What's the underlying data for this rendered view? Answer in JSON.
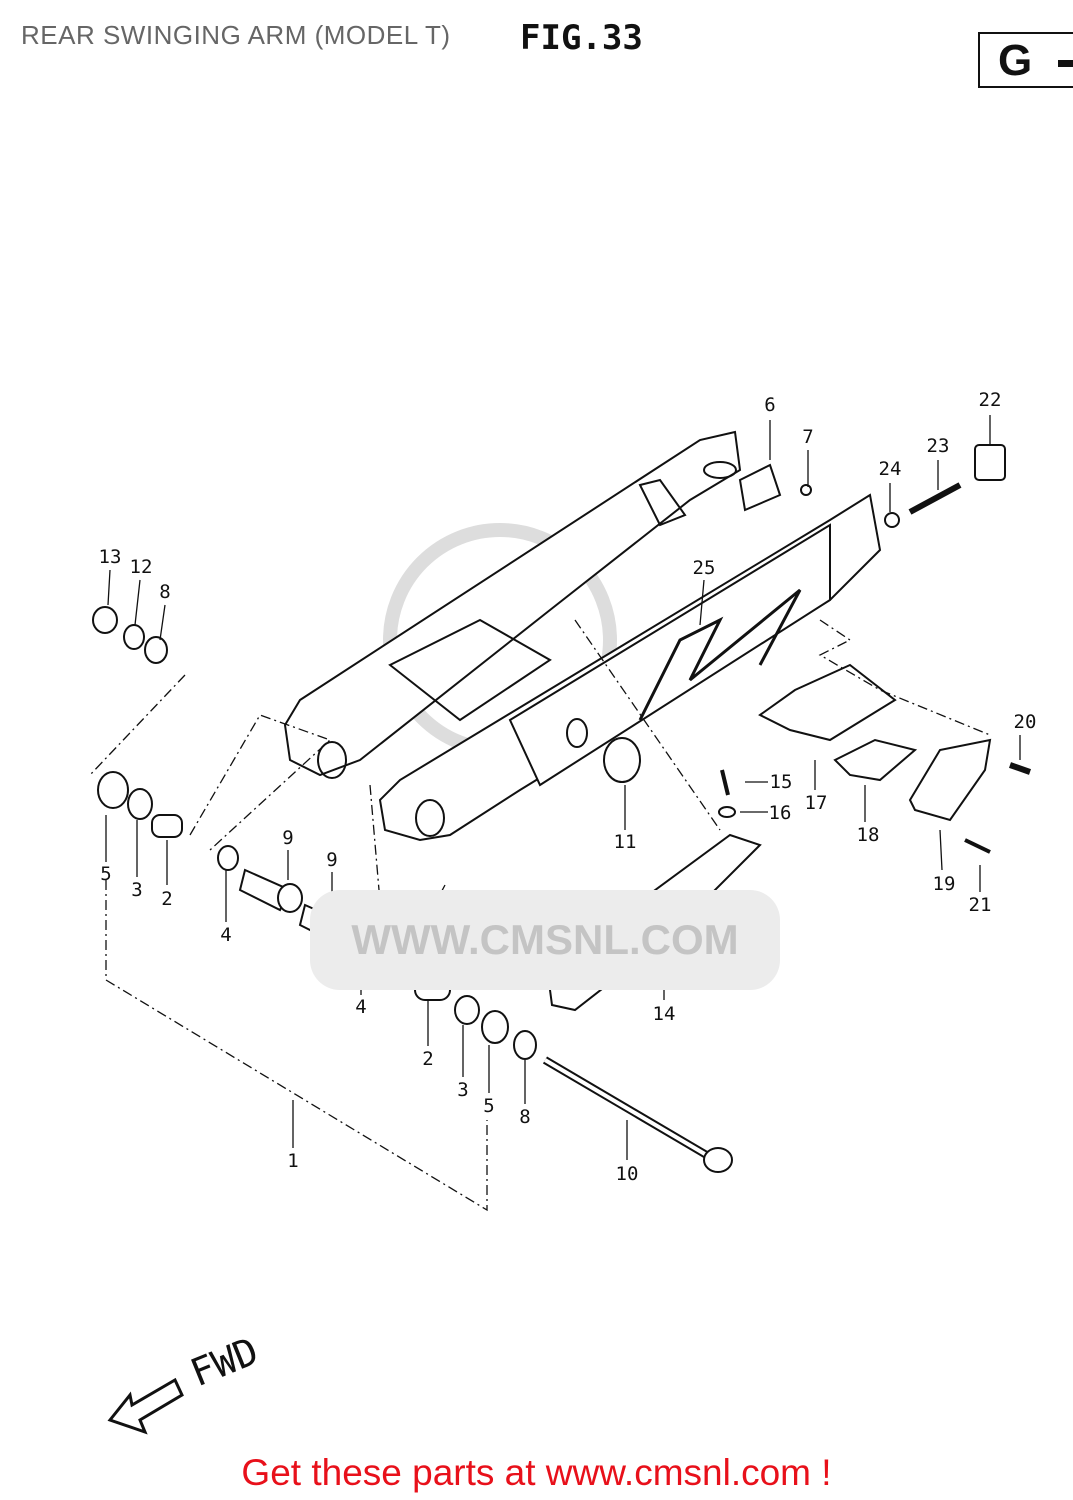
{
  "header": {
    "title": "REAR SWINGING ARM (MODEL T)",
    "figure_number": "FIG.33",
    "section_code": "G"
  },
  "watermark": {
    "text": "WWW.CMSNL.COM",
    "logo": "CMS"
  },
  "callouts": [
    "6",
    "7",
    "22",
    "23",
    "24",
    "13",
    "12",
    "8",
    "25",
    "20",
    "15",
    "16",
    "17",
    "18",
    "11",
    "9",
    "9",
    "5",
    "3",
    "2",
    "4",
    "19",
    "21",
    "4",
    "14",
    "2",
    "3",
    "5",
    "8",
    "10",
    "1"
  ],
  "direction_label": "FWD",
  "footer": {
    "text": "Get these parts at www.cmsnl.com !",
    "color": "#e8101a"
  }
}
